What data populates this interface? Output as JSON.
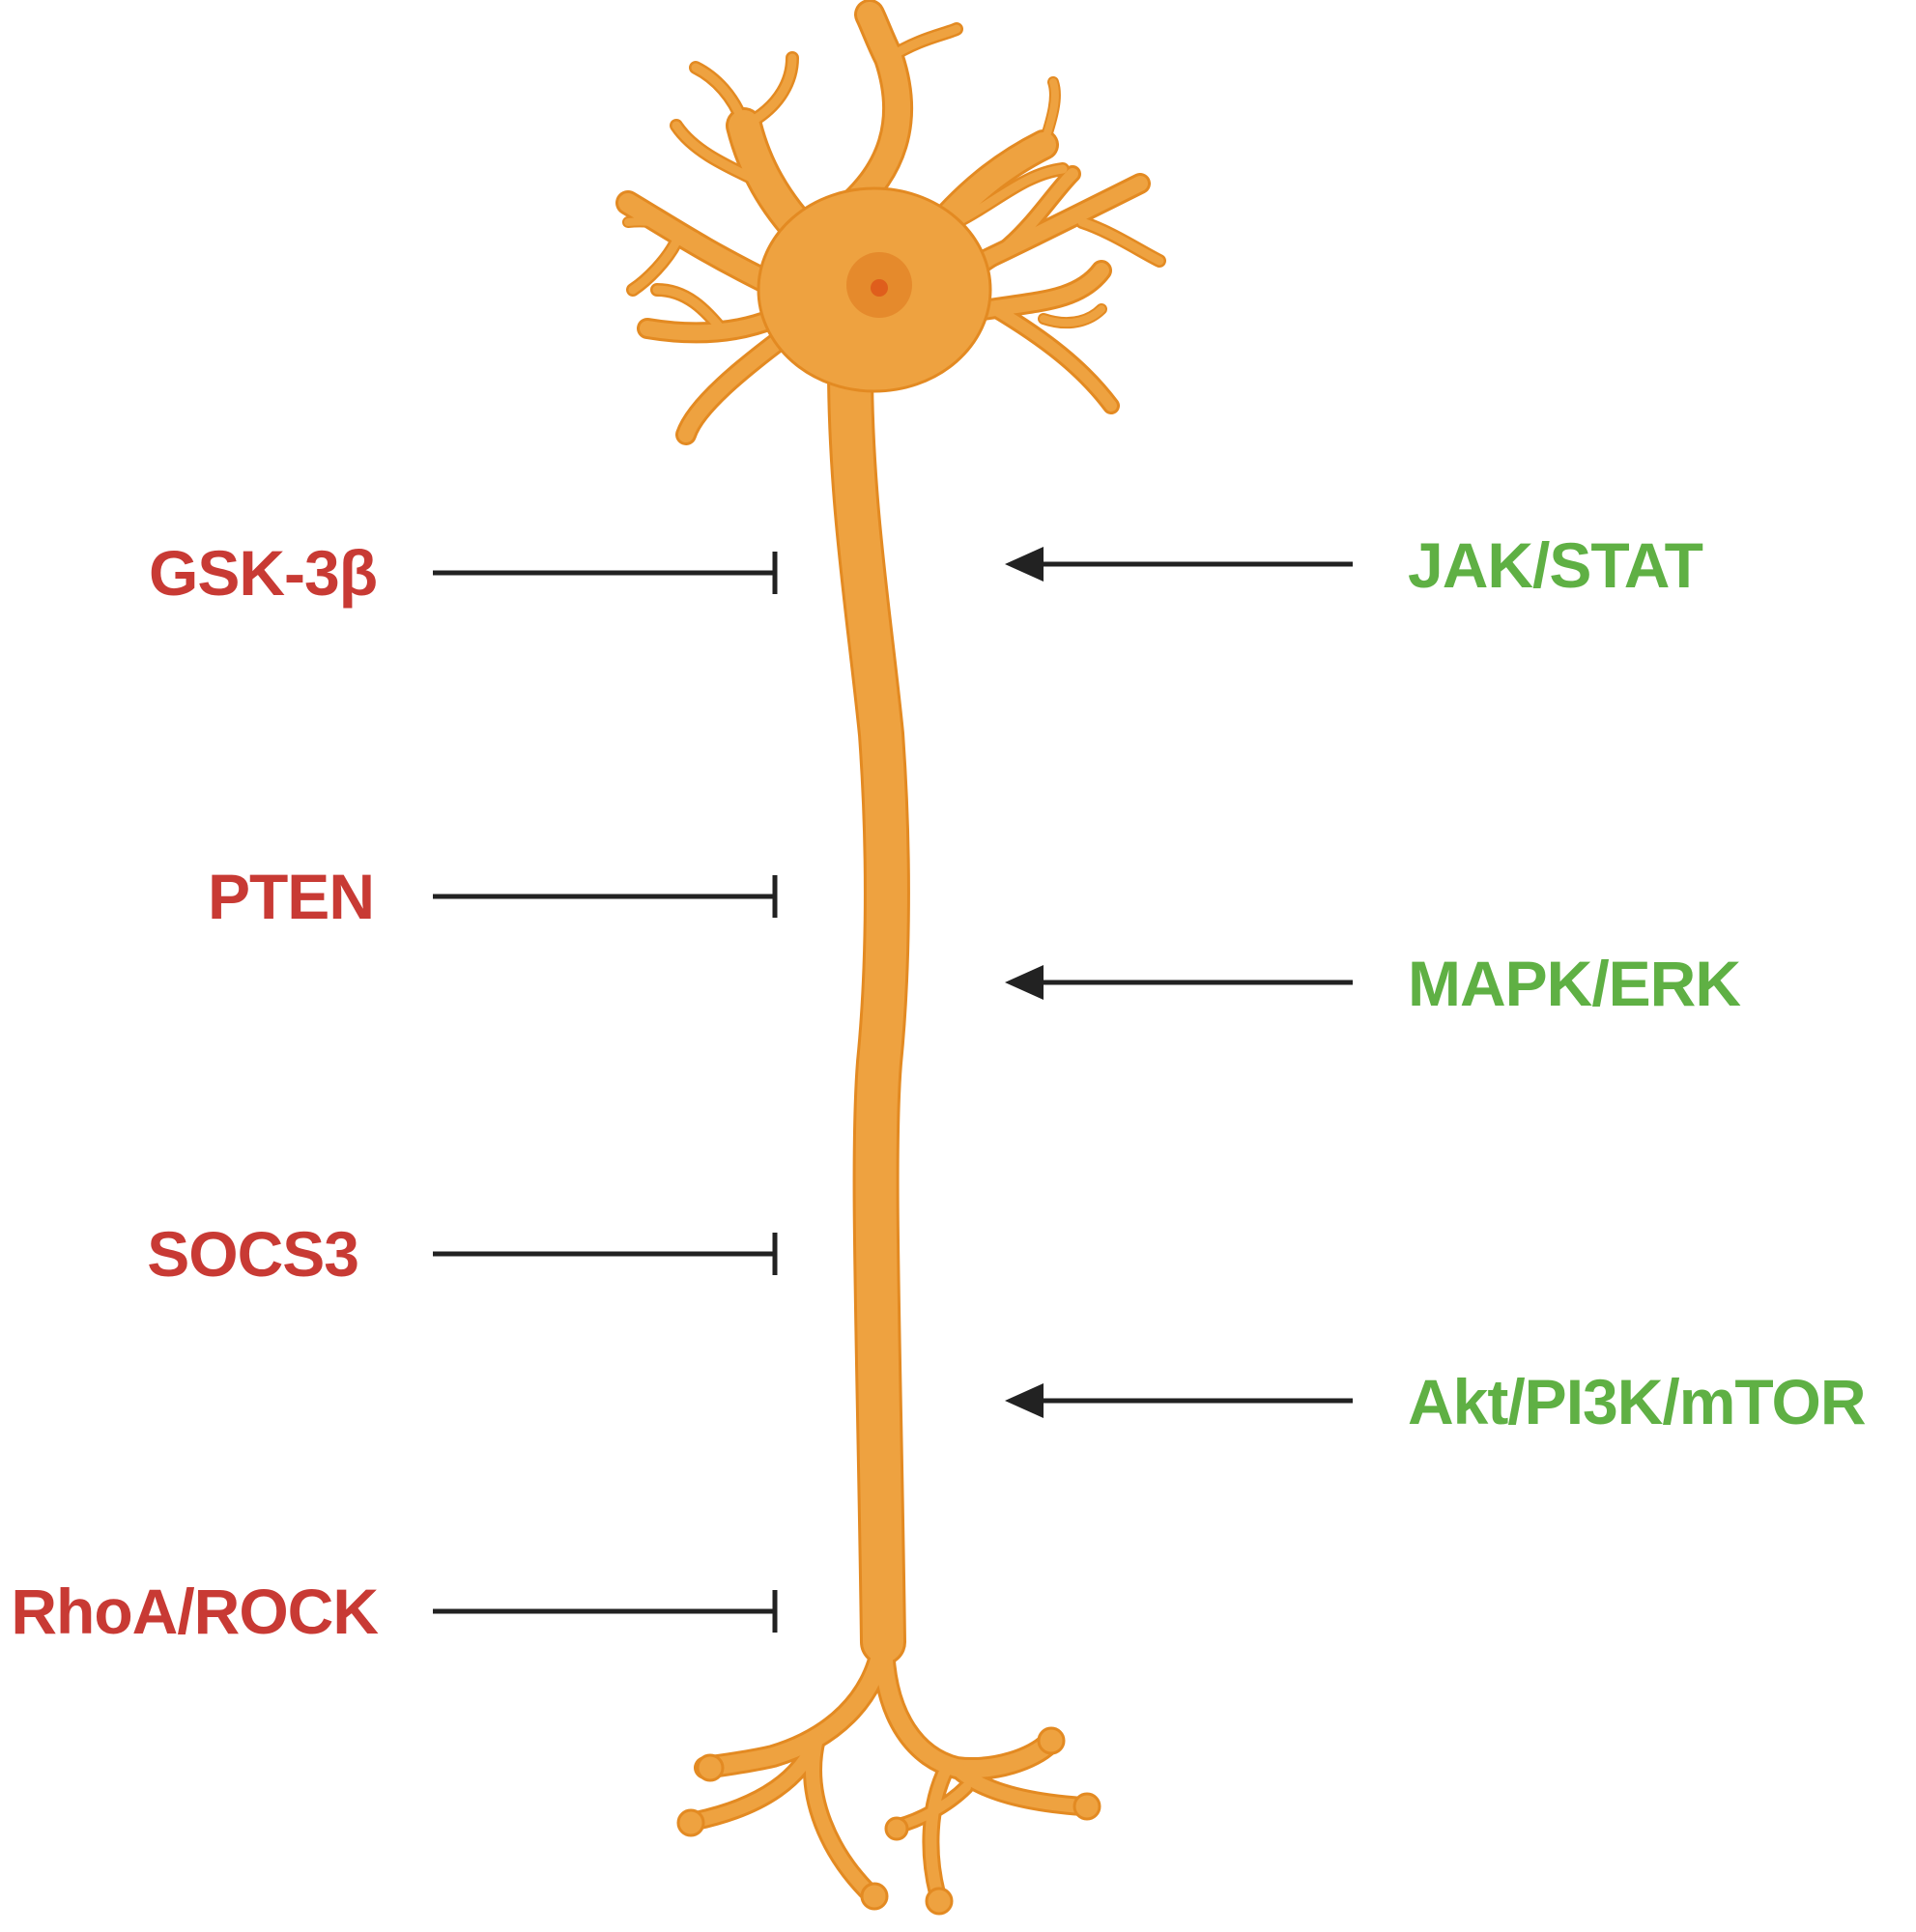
{
  "colors": {
    "inhibitor_text": "#c83a34",
    "promoter_text": "#5fb044",
    "neuron_fill": "#eea240",
    "neuron_stroke": "#e38a22",
    "nucleus": "#e58a2c",
    "nucleolus": "#df5e1c",
    "connector": "#222222"
  },
  "inhibitors": [
    {
      "label": "GSK-3β",
      "relation": "inhibits"
    },
    {
      "label": "PTEN",
      "relation": "inhibits"
    },
    {
      "label": "SOCS3",
      "relation": "inhibits"
    },
    {
      "label": "RhoA/ROCK",
      "relation": "inhibits"
    }
  ],
  "promoters": [
    {
      "label": "JAK/STAT",
      "relation": "promotes"
    },
    {
      "label": "MAPK/ERK",
      "relation": "promotes"
    },
    {
      "label": "Akt/PI3K/mTOR",
      "relation": "promotes"
    }
  ]
}
